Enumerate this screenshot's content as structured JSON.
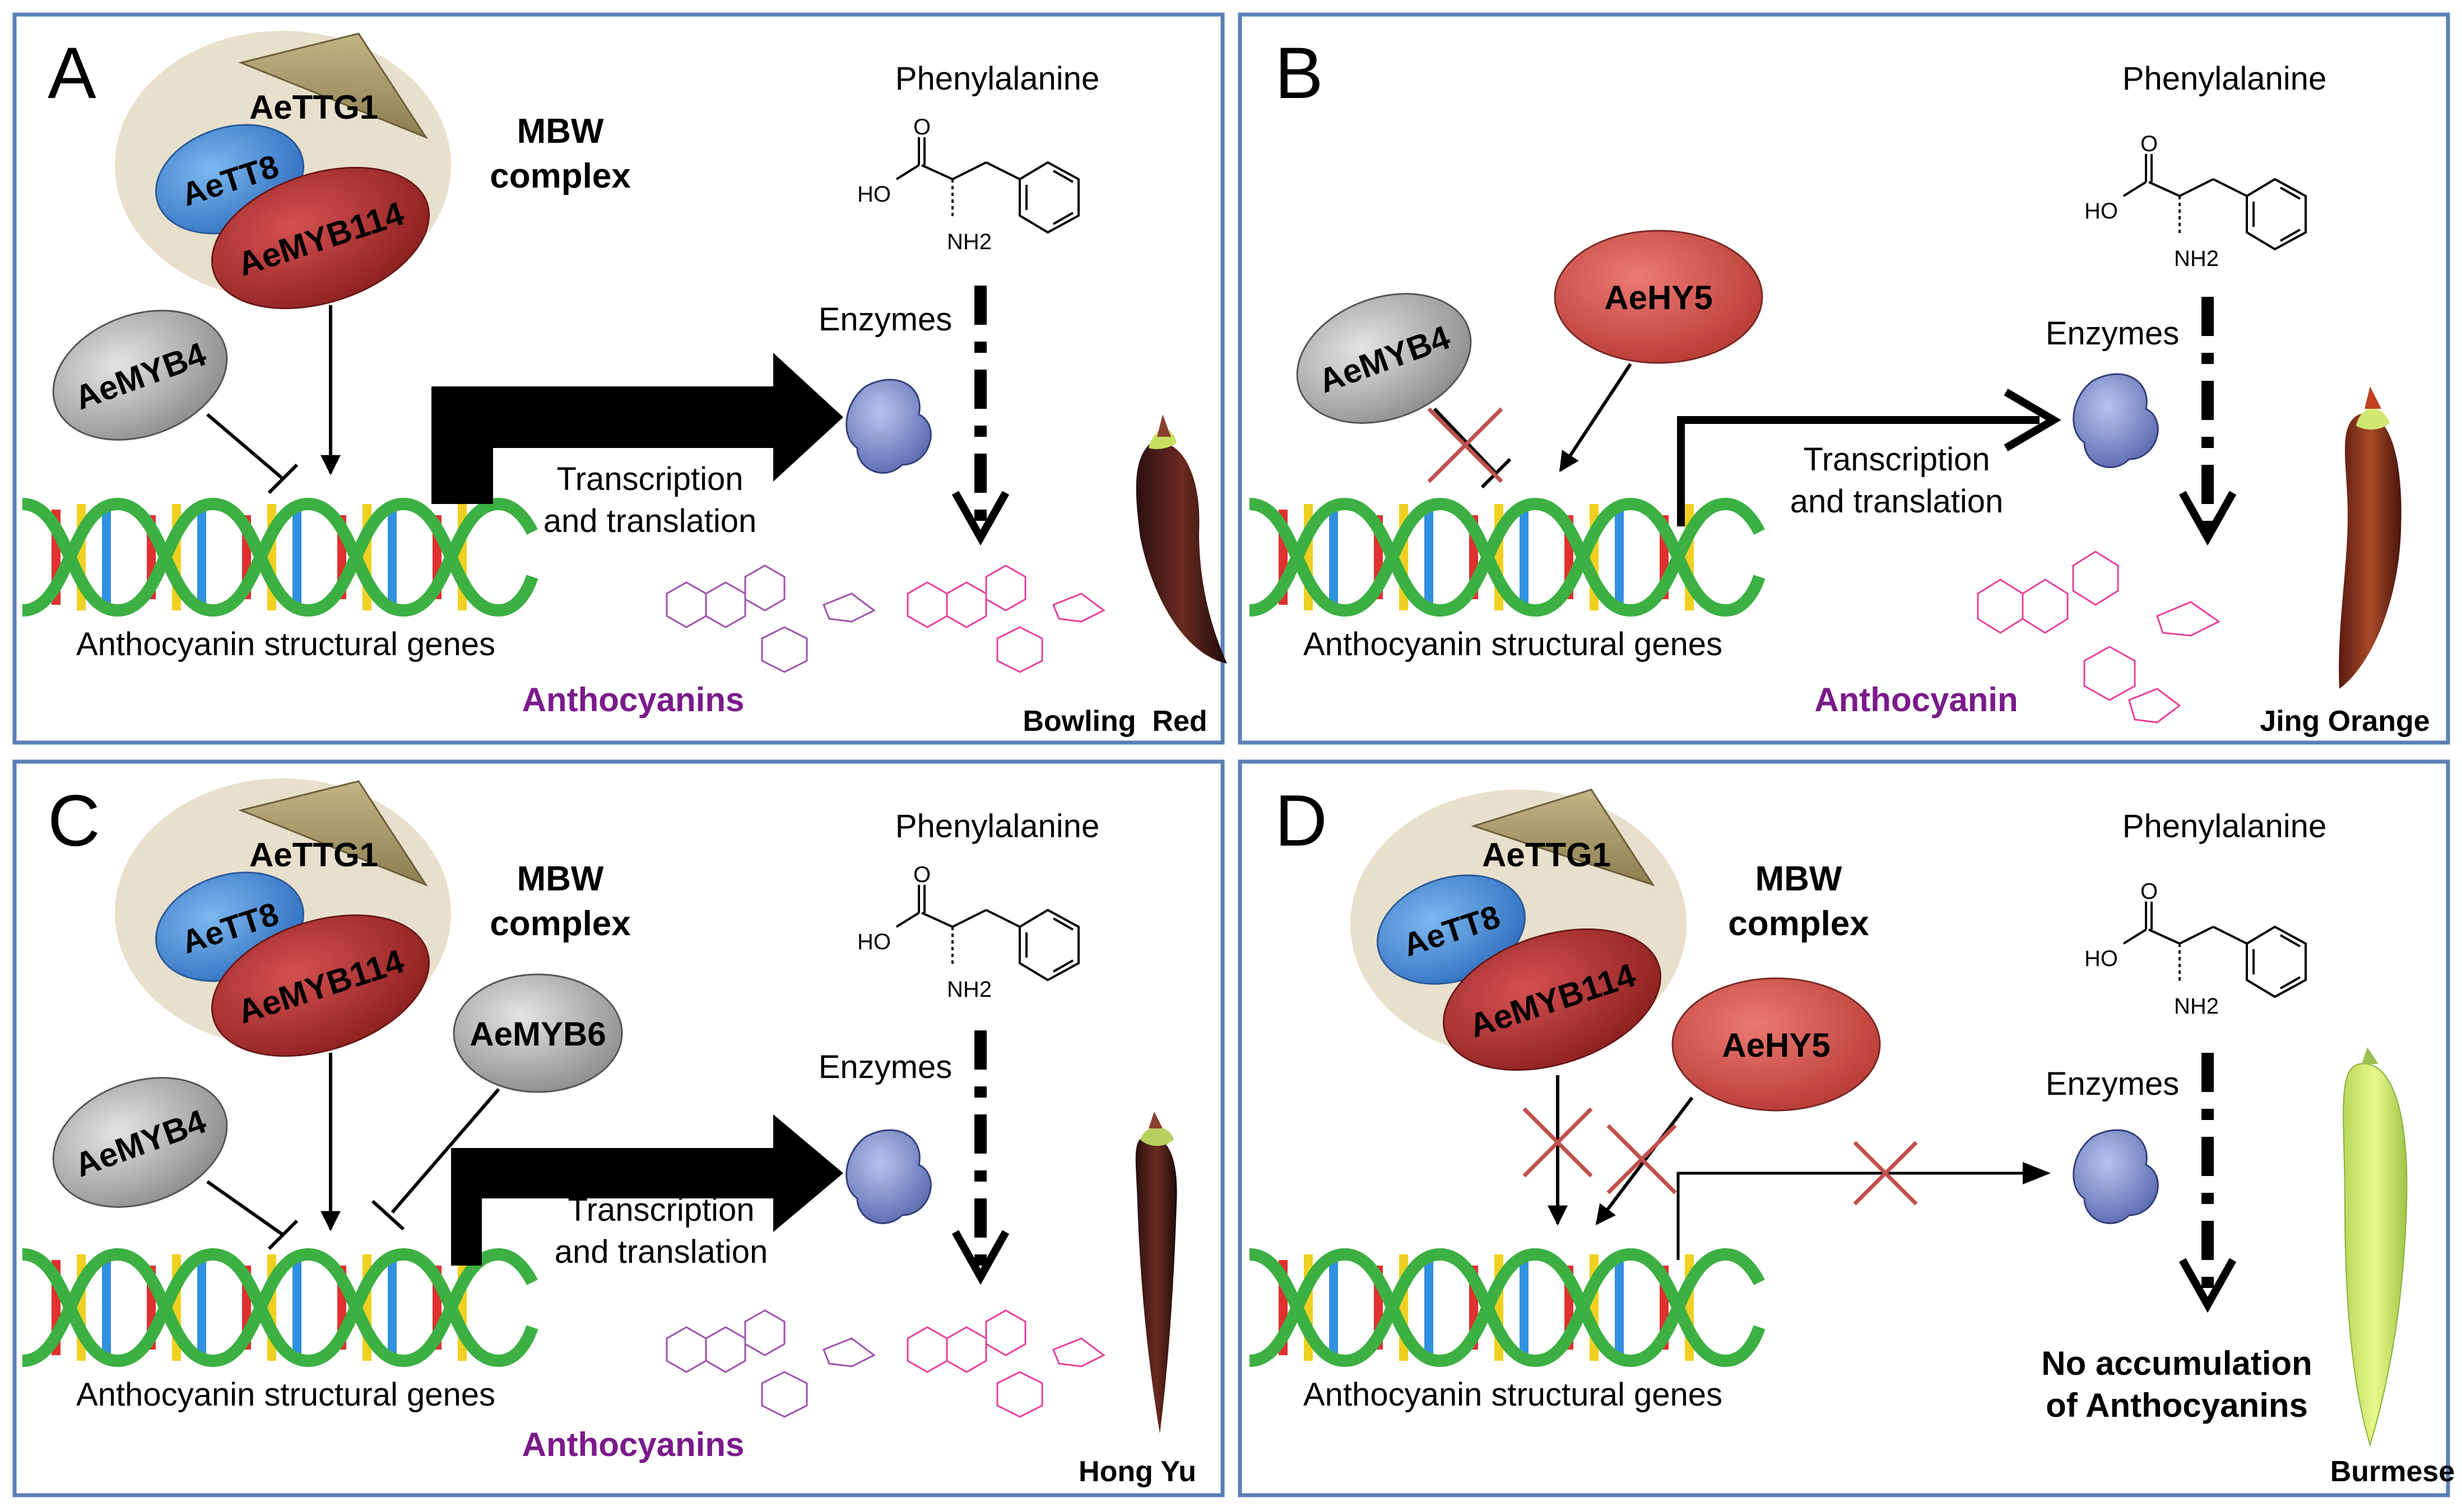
{
  "panels": [
    {
      "letter": "A",
      "phenylalanine": "Phenylalanine",
      "enzymes": "Enzymes",
      "complex": [
        "MBW",
        "complex"
      ],
      "transcription": [
        "Transcription",
        "and translation"
      ],
      "genes": "Anthocyanin structural genes",
      "product": "Anthocyanins",
      "variety": "Bowling  Red",
      "proteins": {
        "ttg1": "AeTTG1",
        "tt8": "AeTT8",
        "myb114": "AeMYB114",
        "myb4": "AeMYB4"
      }
    },
    {
      "letter": "B",
      "phenylalanine": "Phenylalanine",
      "enzymes": "Enzymes",
      "transcription": [
        "Transcription",
        "and translation"
      ],
      "genes": "Anthocyanin structural genes",
      "product": "Anthocyanin",
      "variety": "Jing Orange",
      "proteins": {
        "myb4": "AeMYB4",
        "hy5": "AeHY5"
      }
    },
    {
      "letter": "C",
      "phenylalanine": "Phenylalanine",
      "enzymes": "Enzymes",
      "complex": [
        "MBW",
        "complex"
      ],
      "transcription": [
        "Transcription",
        "and translation"
      ],
      "genes": "Anthocyanin structural genes",
      "product": "Anthocyanins",
      "variety": "Hong Yu",
      "proteins": {
        "ttg1": "AeTTG1",
        "tt8": "AeTT8",
        "myb114": "AeMYB114",
        "myb4": "AeMYB4",
        "myb6": "AeMYB6"
      }
    },
    {
      "letter": "D",
      "phenylalanine": "Phenylalanine",
      "enzymes": "Enzymes",
      "complex": [
        "MBW",
        "complex"
      ],
      "genes": "Anthocyanin structural genes",
      "product": [
        "No accumulation",
        "of Anthocyanins"
      ],
      "variety": "Burmese",
      "proteins": {
        "ttg1": "AeTTG1",
        "tt8": "AeTT8",
        "myb114": "AeMYB114",
        "hy5": "AeHY5"
      }
    }
  ],
  "chem": {
    "oh": "HO",
    "o": "O",
    "nh2": "NH2"
  },
  "colors": {
    "panel_border": "#5b7fb8",
    "ttg1": "#a89a6a",
    "tt8": "#4a8fd8",
    "myb114": "#b02a2a",
    "grey_protein": "#b8b8b8",
    "hy5": "#d0504a",
    "anthocyanin_label": "#7a1a8a",
    "molecule_pink": "#e8409a",
    "molecule_purple": "#a050b0",
    "dna_green": "#3cb043",
    "cross": "#c0504d"
  }
}
